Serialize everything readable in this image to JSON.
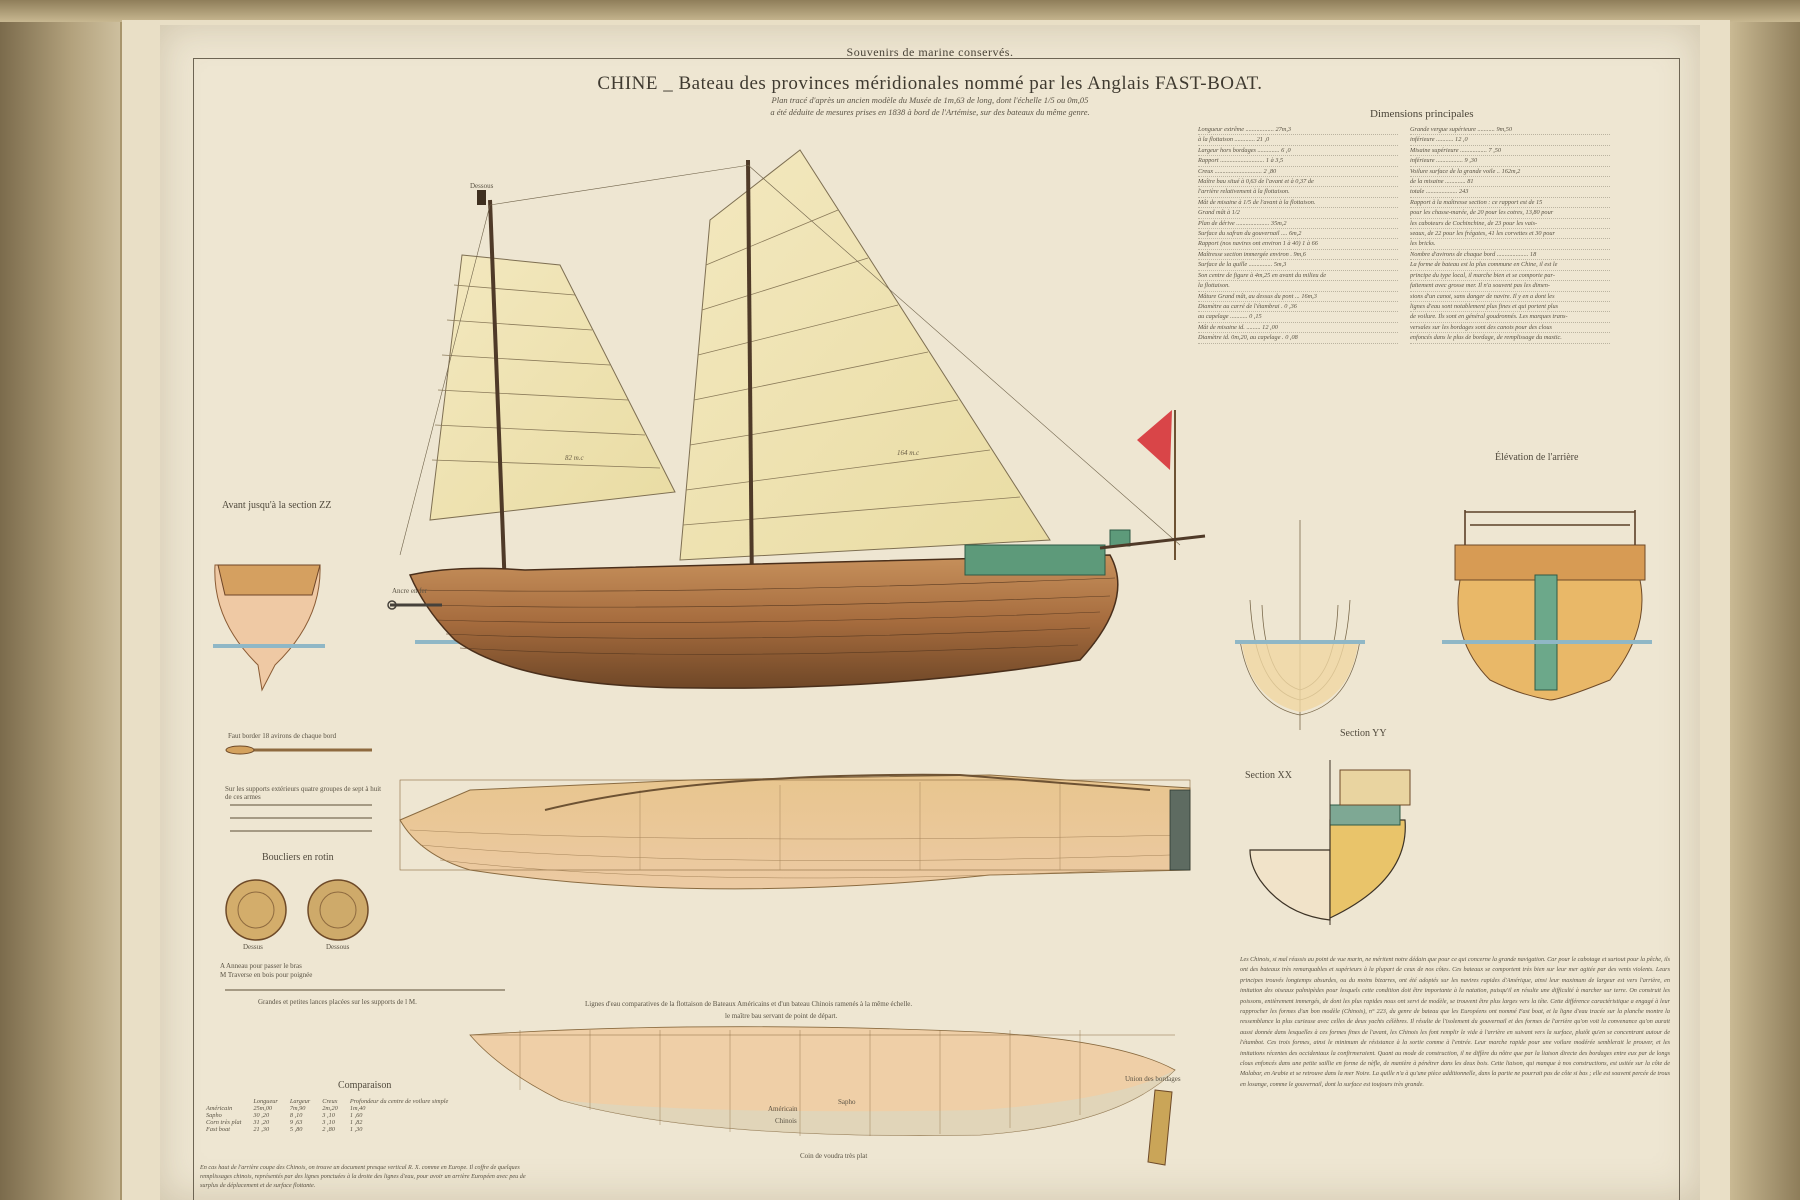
{
  "header": {
    "series": "Souvenirs de marine conservés.",
    "title": "CHINE _ Bateau des provinces méridionales nommé par les Anglais FAST-BOAT.",
    "subtitle_1": "Plan tracé d'après un ancien modèle du Musée de 1m,63 de long, dont l'échelle 1/5 ou 0m,05",
    "subtitle_2": "a été déduite de mesures prises en 1838 à bord de l'Artémise, sur des bateaux du même genre."
  },
  "dimensions": {
    "title": "Dimensions principales",
    "left_rows": [
      "Longueur extrême .................. 27m,3",
      "       à la flottaison ............. 21 ,0",
      "Largeur hors bordages .............. 6 ,0",
      "Rapport ............................ 1 à 3,5",
      "Creux .............................. 2 ,80",
      "Maître bau situé à 0,63 de l'avant et à 0,37 de",
      "l'arrière relativement à la flottaison.",
      "Mât de misaine à 1/5 de l'avant à la flottaison.",
      "Grand mât      à 1/2",
      "Plan de dérive ..................... 35m,2",
      "Surface du safran du gouvernail .... 6m,2",
      "Rapport (nos navires ont environ 1 à 40) 1 à 66",
      "Maîtresse section immergée environ . 9m,6",
      "Surface de la quille ............... 5m,3",
      "Son centre de figure à 4m,25 en avant du milieu de",
      "la flottaison.",
      "Mâture  Grand mât, au dessus du pont ... 16m,3",
      "        Diamètre au carré de l'étambrai . 0 ,36",
      "                 au capelage ........... 0 ,15",
      "        Mât de misaine    id. ......... 12 ,00",
      "        Diamètre id. 0m,20, au capelage . 0 ,08"
    ],
    "right_rows": [
      "Grande vergue supérieure ........... 9m,50",
      "              inférieure ........... 12 ,0",
      "Misaine supérieure ................. 7 ,50",
      "        inférieure ................. 9 ,30",
      "Voilure  surface de la grande voile .. 162m,2",
      "         de la misaine ............. 81",
      "         totale .................... 243",
      "Rapport à la maîtresse section : ce rapport est de 15",
      "pour les chasse-marée, de 20 pour les cotres, 13,80 pour",
      "les caboteurs de Cochinchine, de 23 pour les vais-",
      "seaux, de 22 pour les frégates, 41 les corvettes et 30 pour",
      "les bricks.",
      "Nombre d'avirons de chaque bord .................... 18",
      "La forme de bateau est la plus commune en Chine, il est le",
      "principe du type local, il marche bien et se comporte par-",
      "faitement avec grosse mer. Il n'a souvent pas les dimen-",
      "sions d'un canot, sans danger de navire. Il y en a dont les",
      "lignes d'eau sont notablement plus fines et qui portent plus",
      "de voilure. Ils sont en général goudronnés. Les marques trans-",
      "versales sur les bordages sont des canots pour des clous",
      "enfoncés dans le plus de bordage, de remplissage du mastic."
    ]
  },
  "labels": {
    "avant": "Avant jusqu'à la section ZZ",
    "elevation": "Élévation de l'arrière",
    "ancre": "Ancre en fer",
    "dessous": "Dessous",
    "section_yy": "Section YY",
    "section_xx": "Section XX",
    "faut_border": "Faut border 18 avirons de chaque bord",
    "supports": "Sur les supports extérieurs quatre groupes de sept à huit de ces armes",
    "boucliers": "Boucliers en rotin",
    "dessus": "Dessus",
    "dessous_shield": "Dessous",
    "shield_a": "A  Anneau pour passer le bras",
    "shield_m": "M  Traverse en bois pour poignée",
    "lances": "Grandes et petites lances placées sur les supports de l M.",
    "lignes_1": "Lignes d'eau comparatives de la flottaison de Bateaux Américains et d'un bateau Chinois ramenés à la même échelle.",
    "lignes_2": "le maître bau servant de point de départ.",
    "comparaison": "Comparaison",
    "union": "Union des bordages",
    "americain": "Américain",
    "sapho": "Sapho",
    "chinois": "Chinois",
    "coin": "Coin de voudra très plat",
    "sail_main": "164 m.c",
    "sail_fore": "82 m.c"
  },
  "comparison": {
    "headers": [
      "",
      "Longueur",
      "Largeur",
      "Creux",
      "Profondeur du centre de voilure simple"
    ],
    "rows": [
      [
        "Américain",
        "25m,00",
        "7m,90",
        "2m,20",
        "1m,40"
      ],
      [
        "Sapho",
        "30 ,20",
        "8 ,10",
        "3 ,10",
        "1 ,60"
      ],
      [
        "Corn très plat",
        "31 ,20",
        "9 ,63",
        "3 ,10",
        "1 ,82"
      ],
      [
        "Fast boat",
        "21 ,30",
        "5 ,80",
        "2 ,80",
        "1 ,30"
      ]
    ]
  },
  "footnote": "En cas haut de l'arrière coupe des Chinois, on trouve un document presque vertical R. X. comme en Europe. Il coffre de quelques remplissages chinois, représentés par des lignes ponctuées à la droite des lignes d'eau, pour avoir un arrière Européen avec peu de surplus de déplacement et de surface flottante.",
  "notes": "Les Chinois, si mal réussis au point de vue marin, ne méritent notre dédain que pour ce qui concerne la grande navigation. Car pour le cabotage et surtout pour la pêche, ils ont des bateaux très remarquables et supérieurs à la plupart de ceux de nos côtes. Ces bateaux se comportent très bien sur leur mer agitée par des vents violents. Leurs principes trouvés longtemps absurdes, ou du moins bizarres, ont été adoptés sur les navires rapides d'Amérique, ainsi leur maximum de largeur est vers l'arrière, en imitation des oiseaux palmipèdes pour lesquels cette condition doit être importante à la natation, puisqu'il en résulte une difficulté à marcher sur terre. On construit les poissons, entièrement immergés, de dont les plus rapides nous ont servi de modèle, se trouvent être plus larges vers la tête. Cette différence caractéristique a engagé à leur rapprocher les formes d'un bon modèle (Chinois), n° 223, du genre de bateau que les Européens ont nommé Fast boat, et la ligne d'eau tracée sur la planche montre la ressemblance la plus curieuse avec celles de deux yachts célèbres. Il résulte de l'isolement du gouvernail et des formes de l'arrière qu'on voit la convenance qu'on aurait aussi donnée dans lesquelles à ces formes fines de l'avant, les Chinois les font remplir le vide à l'arrière en suivant vers la surface, plutôt qu'en se concentrant autour de l'étambot. Ces trois formes, ainsi le minimum de résistance à la sortie comme à l'entrée. Leur marche rapide pour une voilure modérée semblerait le prouver, et les imitations récentes des occidentaux la confirmeraient. Quant au mode de construction, il ne diffère du nôtre que par la liaison directe des bordages entre eux par de longs clous enfoncés dans une petite saillie en forme de nèfle, de manière à pénétrer dans les deux bois. Cette liaison, qui manque à nos constructions, est usitée sur la côte de Malabar, en Arabie et se retrouve dans la mer Noire. La quille n'a à qu'une pièce additionnelle, dans la partie ne pourrait pas de côte si bas ; elle est souvent percée de trous en losange, comme le gouvernail, dont la surface est toujours très grande."
}
